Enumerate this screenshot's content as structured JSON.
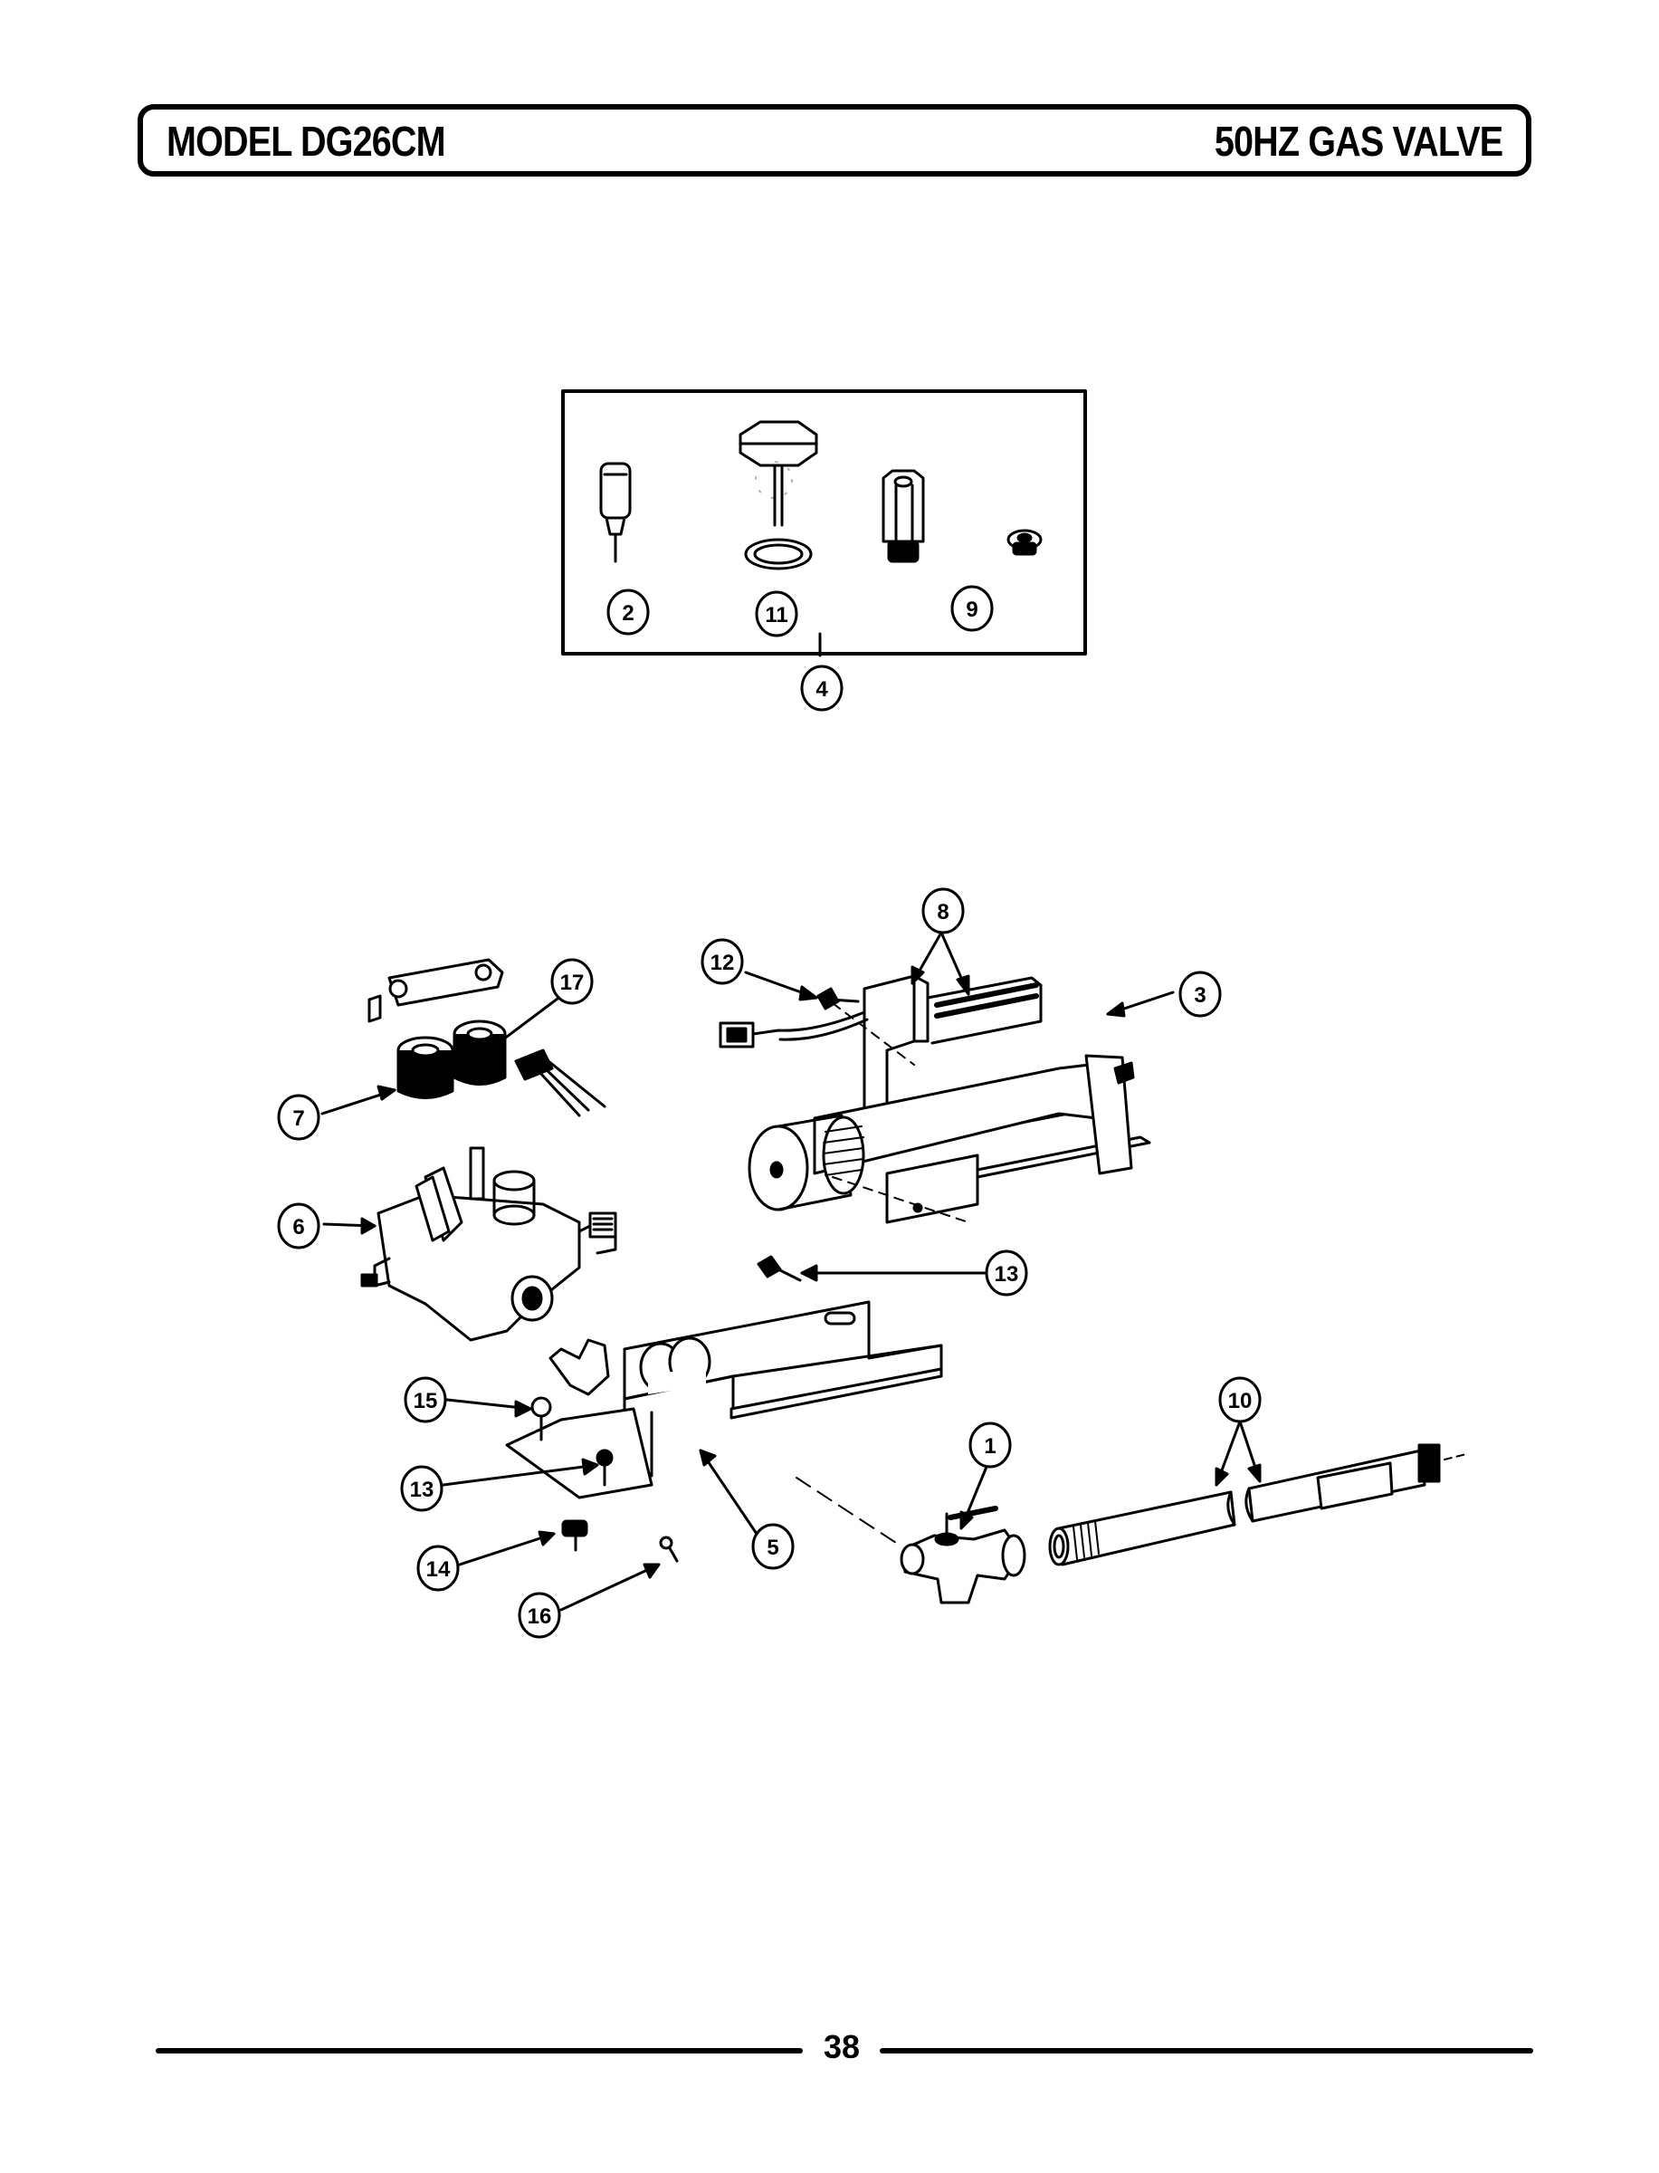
{
  "header": {
    "model": "MODEL DG26CM",
    "section": "50HZ GAS VALVE"
  },
  "callouts": {
    "c1": "1",
    "c2": "2",
    "c3": "3",
    "c4": "4",
    "c5": "5",
    "c6": "6",
    "c7": "7",
    "c8": "8",
    "c9": "9",
    "c10": "10",
    "c11": "11",
    "c12": "12",
    "c13a": "13",
    "c13b": "13",
    "c14": "14",
    "c15": "15",
    "c16": "16",
    "c17": "17"
  },
  "footer": {
    "page_number": "38"
  }
}
